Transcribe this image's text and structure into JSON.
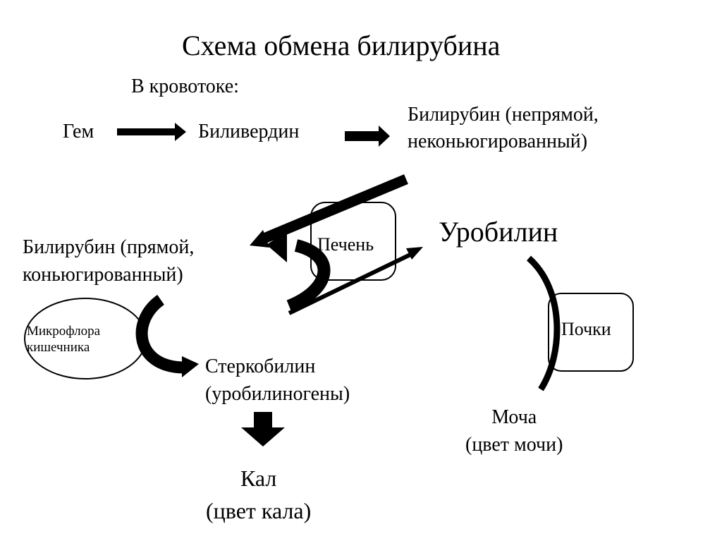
{
  "title": "Схема обмена билирубина",
  "blood_label": "В кровотоке:",
  "heme": "Гем",
  "biliverdin": "Биливердин",
  "indirect_bilirubin": {
    "line1": "Билирубин (непрямой,",
    "line2": "неконьюгированный)"
  },
  "liver": "Печень",
  "urobilin": "Уробилин",
  "direct_bilirubin": {
    "line1": "Билирубин (прямой,",
    "line2": "коньюгированный)"
  },
  "gut_flora": {
    "line1": "Микрофлора",
    "line2": "кишечника"
  },
  "stercobilin": {
    "line1": "Стеркобилин",
    "line2": "(уробилиногены)"
  },
  "kidneys": "Почки",
  "urine": {
    "line1": "Моча",
    "line2": "(цвет мочи)"
  },
  "feces": {
    "line1": "Кал",
    "line2": "(цвет кала)"
  },
  "colors": {
    "ink": "#000000",
    "background": "#ffffff"
  }
}
